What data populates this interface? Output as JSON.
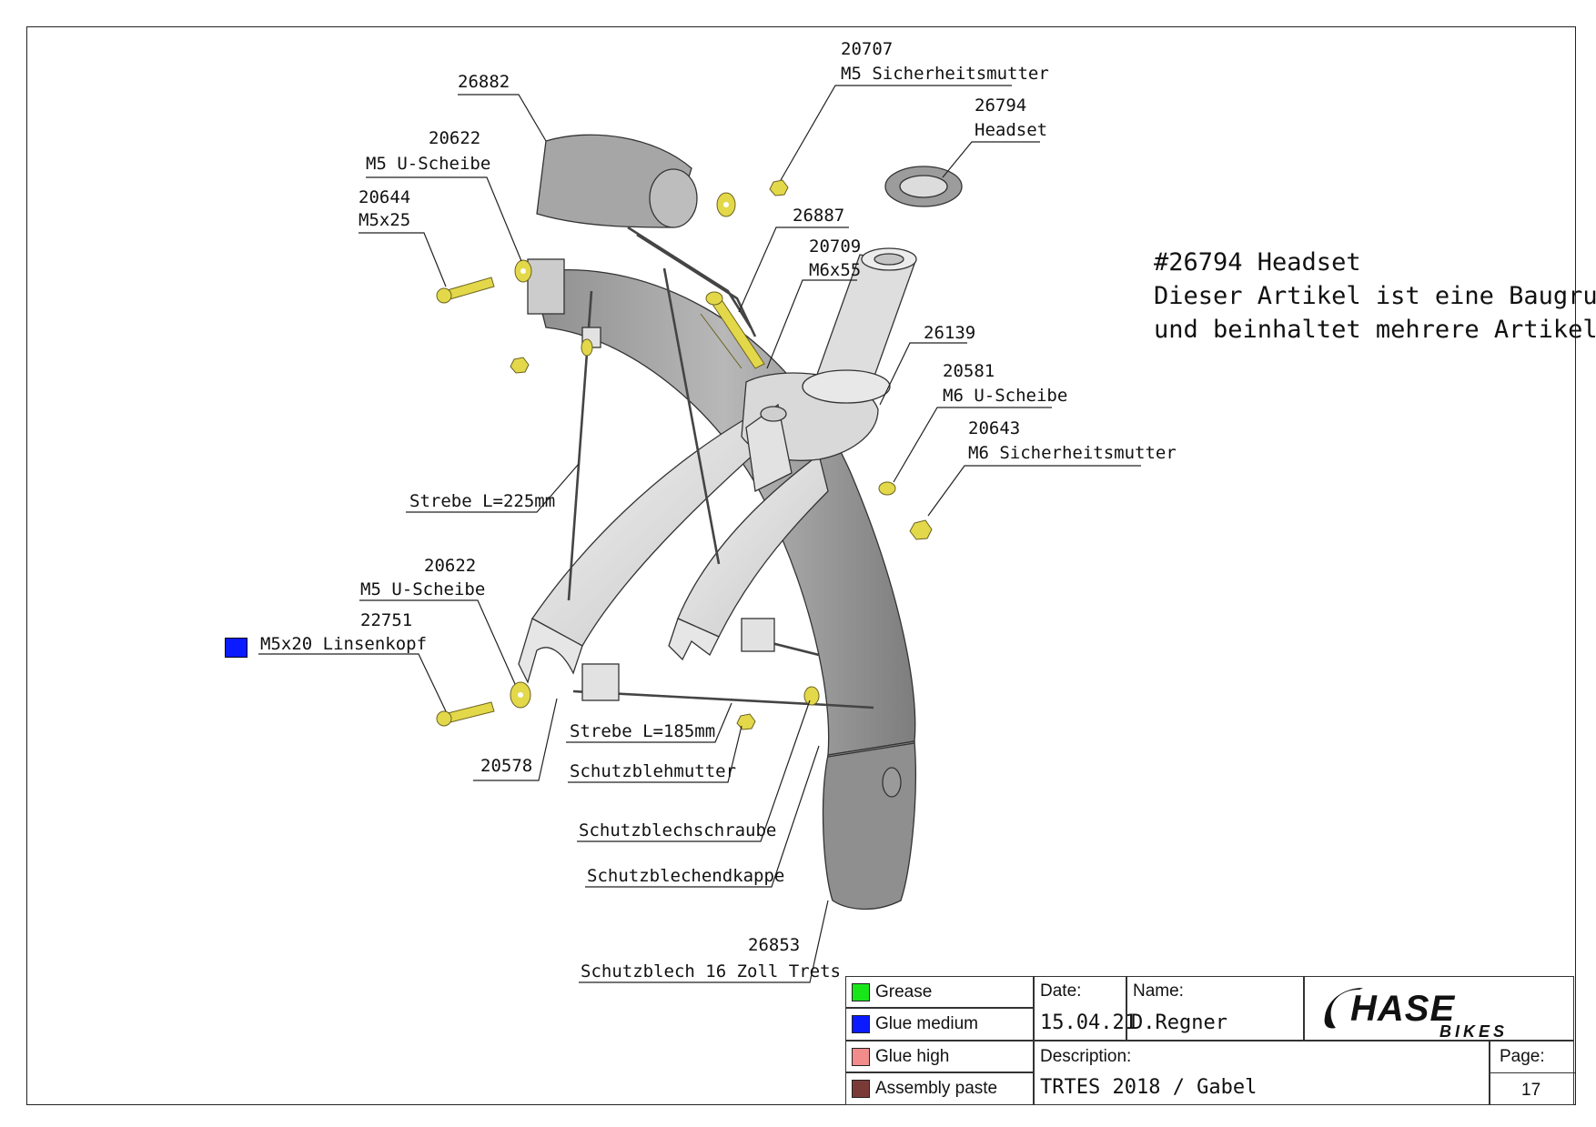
{
  "labels": {
    "p26882": "26882",
    "p20707_num": "20707",
    "p20707_name": "M5 Sicherheitsmutter",
    "p26794_num": "26794",
    "p26794_name": "Headset",
    "p20622a_num": "20622",
    "p20622a_name": "M5 U-Scheibe",
    "p20644_num": "20644",
    "p20644_name": "M5x25",
    "p26887": "26887",
    "p20709_num": "20709",
    "p20709_name": "M6x55",
    "p26139": "26139",
    "p20581_num": "20581",
    "p20581_name": "M6 U-Scheibe",
    "p20643_num": "20643",
    "p20643_name": "M6 Sicherheitsmutter",
    "strebe225": "Strebe L=225mm",
    "p20622b_num": "20622",
    "p20622b_name": "M5 U-Scheibe",
    "p22751_num": "22751",
    "p22751_name": "M5x20 Linsenkopf",
    "strebe185": "Strebe L=185mm",
    "p20578": "20578",
    "schutzblehmutter": "Schutzblehmutter",
    "schutzblechschraube": "Schutzblechschraube",
    "schutzblechendkappe": "Schutzblechendkappe",
    "p26853_num": "26853",
    "p26853_name": "Schutzblech 16 Zoll Trets"
  },
  "note": {
    "line1": "#26794 Headset",
    "line2": "Dieser Artikel ist eine Baugruppe",
    "line3": "und beinhaltet mehrere Artikel"
  },
  "legend": [
    {
      "label": "Grease",
      "color": "#19e619"
    },
    {
      "label": "Glue medium",
      "color": "#0a1bff"
    },
    {
      "label": "Glue high",
      "color": "#f28b8b"
    },
    {
      "label": "Assembly paste",
      "color": "#7a3b38"
    }
  ],
  "titleblock": {
    "date_label": "Date:",
    "date_value": "15.04.21",
    "name_label": "Name:",
    "name_value": "D.Regner",
    "description_label": "Description:",
    "description_value": "TRTES 2018 / Gabel",
    "page_label": "Page:",
    "page_value": "17",
    "logo_main": "HASE",
    "logo_sub": "BIKES"
  },
  "colors": {
    "part_gray": "#a9a9a9",
    "part_light": "#dcdcdc",
    "brass": "#e3d84a",
    "glue_medium_marker": "#0a1bff"
  }
}
